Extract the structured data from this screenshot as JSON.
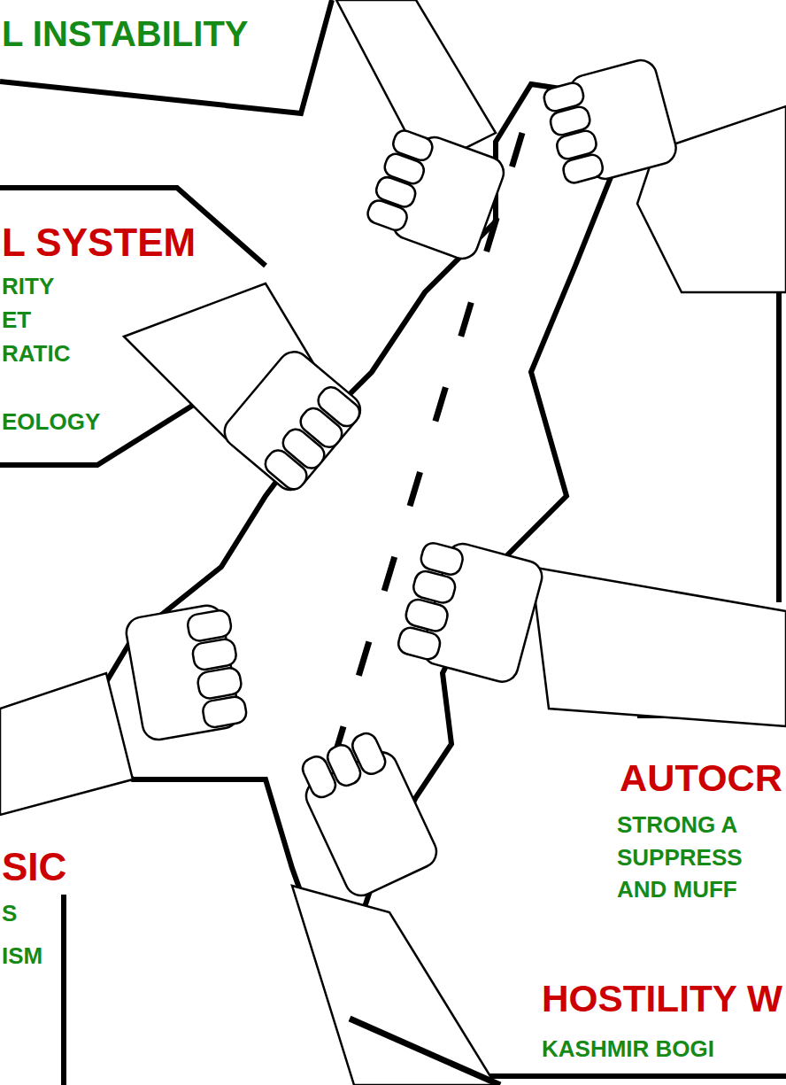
{
  "diagram": {
    "nodes": [
      {
        "text": [
          "L INSTABILITY"
        ]
      },
      {
        "text": [
          "L SYSTEM",
          "RITY",
          "ET",
          "RATIC",
          "EOLOGY"
        ]
      },
      {
        "text": [
          "AUTOCR",
          "STRONG A",
          "SUPPRESS",
          "AND MUFF"
        ]
      },
      {
        "text": [
          "SIC",
          "S",
          "ISM"
        ]
      },
      {
        "text": [
          "HOSTILITY W",
          "KASHMIR BOGI"
        ]
      }
    ]
  }
}
